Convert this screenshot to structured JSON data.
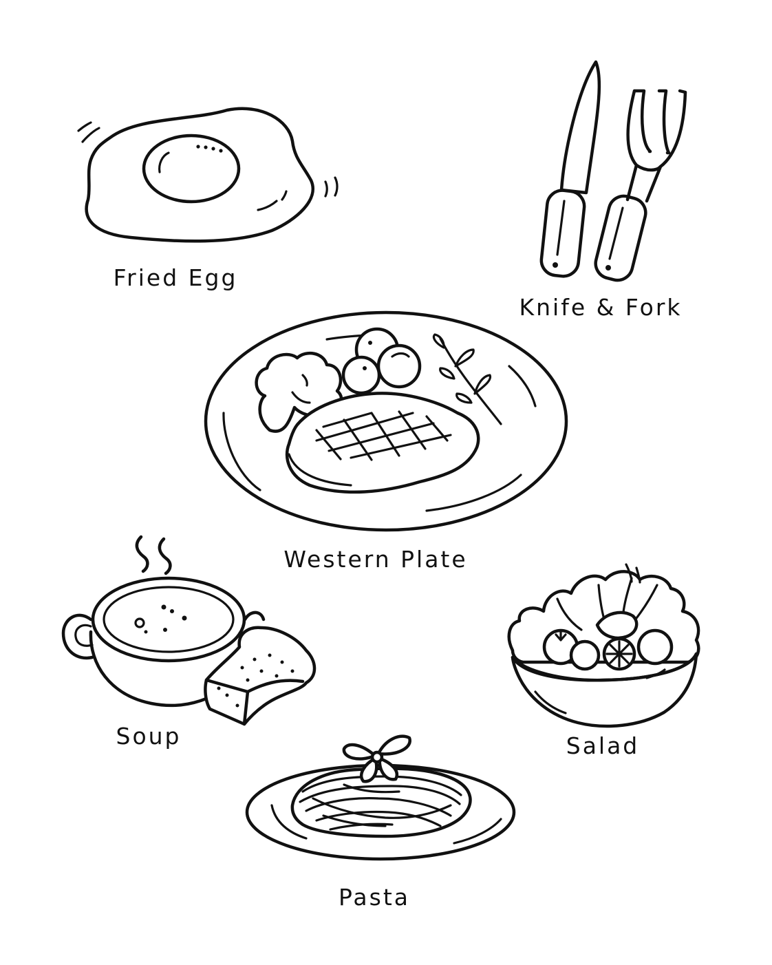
{
  "labels": {
    "fried_egg": "Fried Egg",
    "knife_fork": "Knife & Fork",
    "western_plate": "Western Plate",
    "soup": "Soup",
    "salad": "Salad",
    "pasta": "Pasta"
  },
  "colors": {
    "ink": "#111111",
    "background": "#ffffff"
  }
}
